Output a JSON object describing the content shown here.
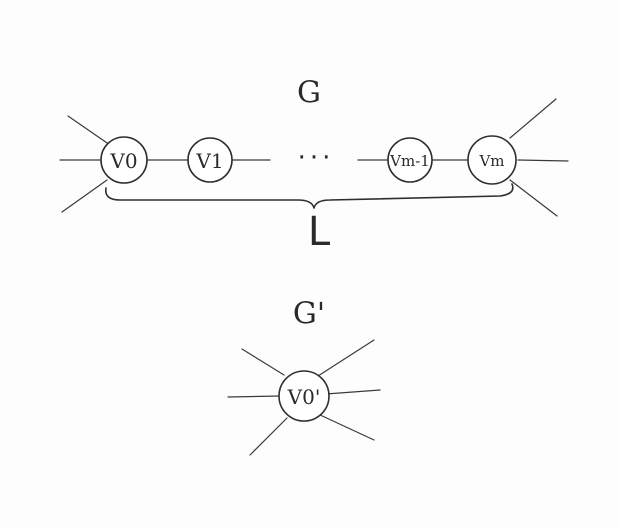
{
  "diagram": {
    "top_graph": {
      "title": "G",
      "nodes": [
        {
          "label": "V0"
        },
        {
          "label": "V1"
        },
        {
          "label": "Vm-1"
        },
        {
          "label": "Vm"
        }
      ],
      "ellipsis": "···",
      "brace_label": "L"
    },
    "bottom_graph": {
      "title": "G'",
      "node": {
        "label": "V0'"
      }
    }
  },
  "colors": {
    "ink": "#2e2e2e",
    "paper": "#fdfdfd"
  }
}
